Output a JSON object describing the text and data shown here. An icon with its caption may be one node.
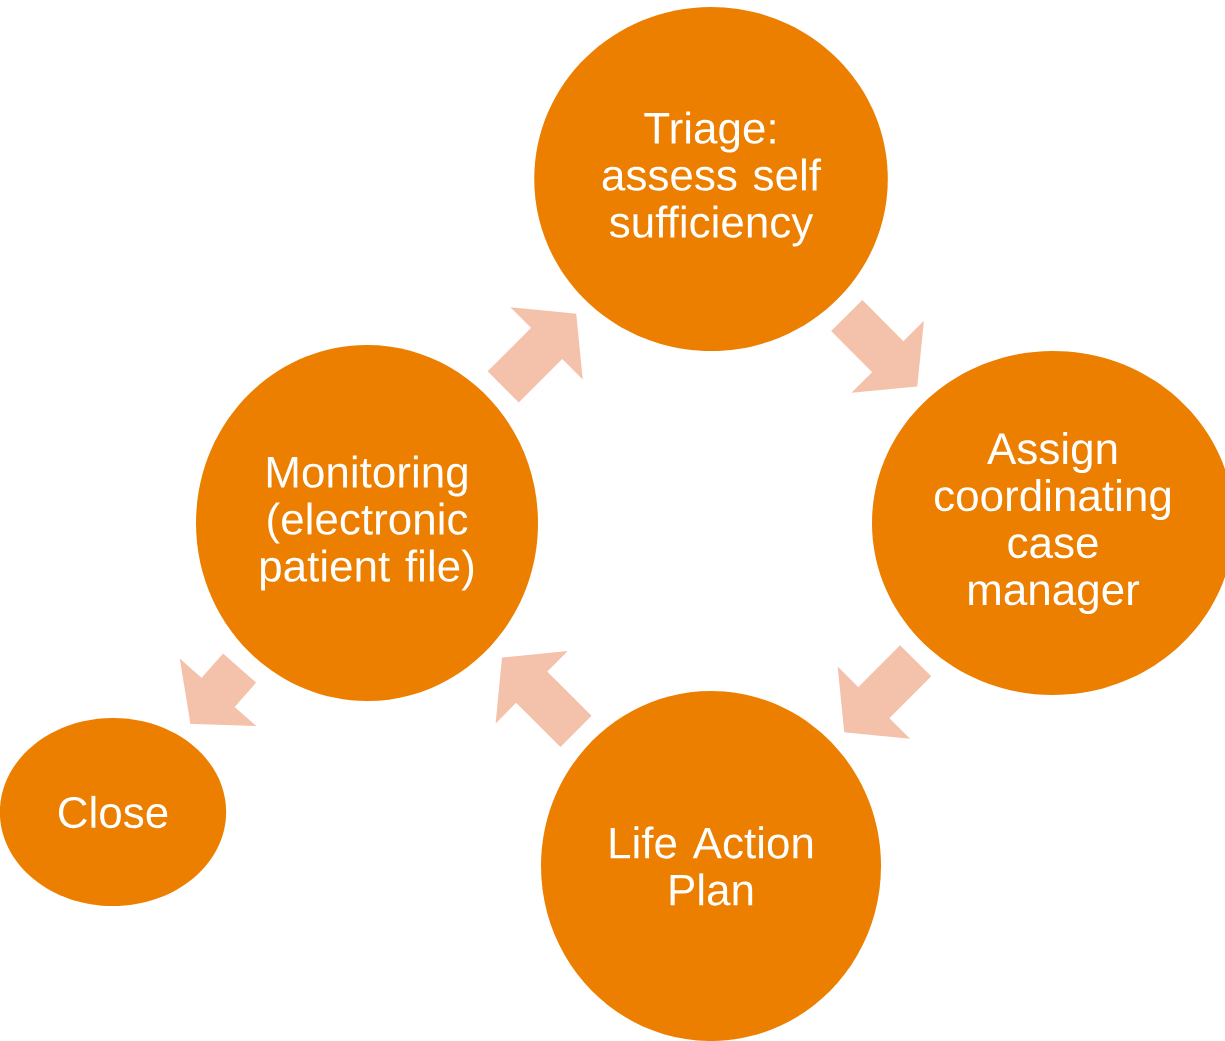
{
  "diagram": {
    "nodes": [
      {
        "text": [
          "Triage: assess self sufficiency"
        ]
      },
      {
        "text": [
          "Assign coordinating case manager"
        ]
      },
      {
        "text": [
          "Life Action Plan"
        ]
      },
      {
        "text": [
          "Monitoring (electronic patient file)"
        ]
      },
      {
        "text": [
          "Close"
        ]
      }
    ],
    "edges": [
      {
        "from": 0,
        "to": 1,
        "arrow": "to"
      },
      {
        "from": 1,
        "to": 2,
        "arrow": "to"
      },
      {
        "from": 2,
        "to": 3,
        "arrow": "to"
      },
      {
        "from": 3,
        "to": 0,
        "arrow": "to"
      },
      {
        "from": 3,
        "to": 4,
        "arrow": "to"
      }
    ]
  }
}
